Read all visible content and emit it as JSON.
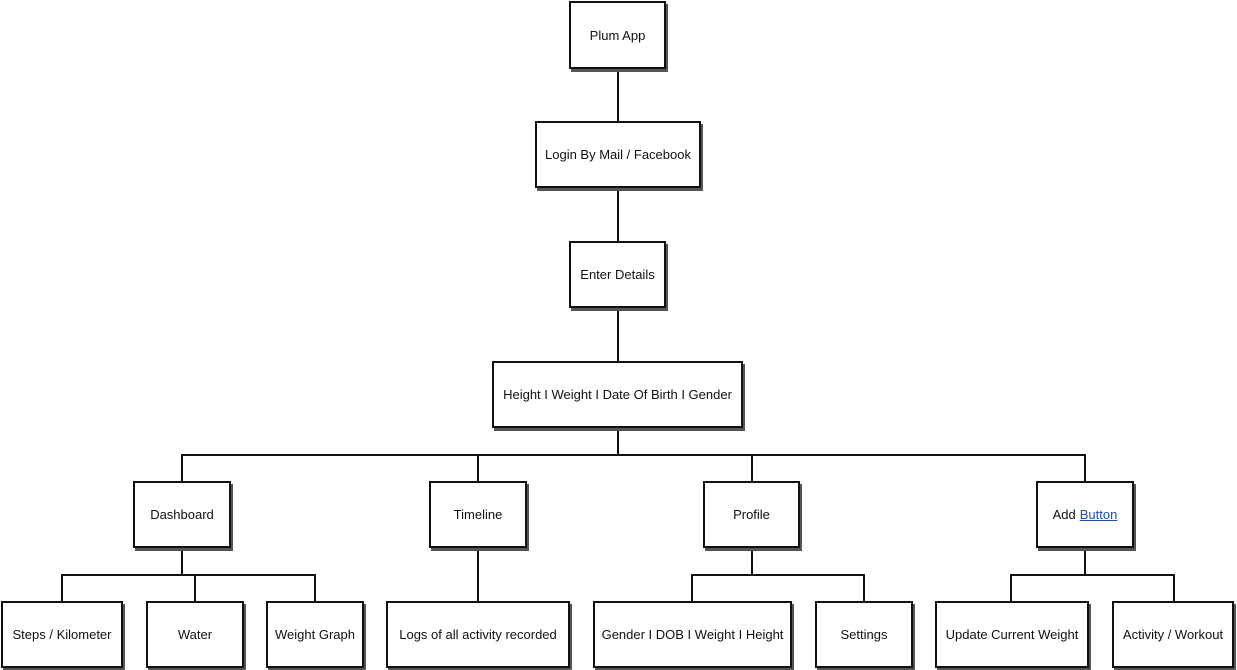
{
  "nodes": {
    "plum_app": "Plum App",
    "login": "Login By Mail / Facebook",
    "enter_details": "Enter Details",
    "details_fields": "Height I Weight I Date Of Birth I Gender",
    "dashboard": "Dashboard",
    "timeline": "Timeline",
    "profile": "Profile",
    "add_prefix": "Add",
    "add_link": "Button",
    "steps": "Steps / Kilometer",
    "water": "Water",
    "weight_graph": "Weight Graph",
    "logs": "Logs of all activity recorded",
    "profile_fields": "Gender I DOB I Weight I Height",
    "settings": "Settings",
    "update_weight": "Update Current Weight",
    "activity_workout": "Activity / Workout"
  },
  "colors": {
    "stroke": "#111111",
    "link": "#1f4fa8",
    "background": "#ffffff"
  }
}
